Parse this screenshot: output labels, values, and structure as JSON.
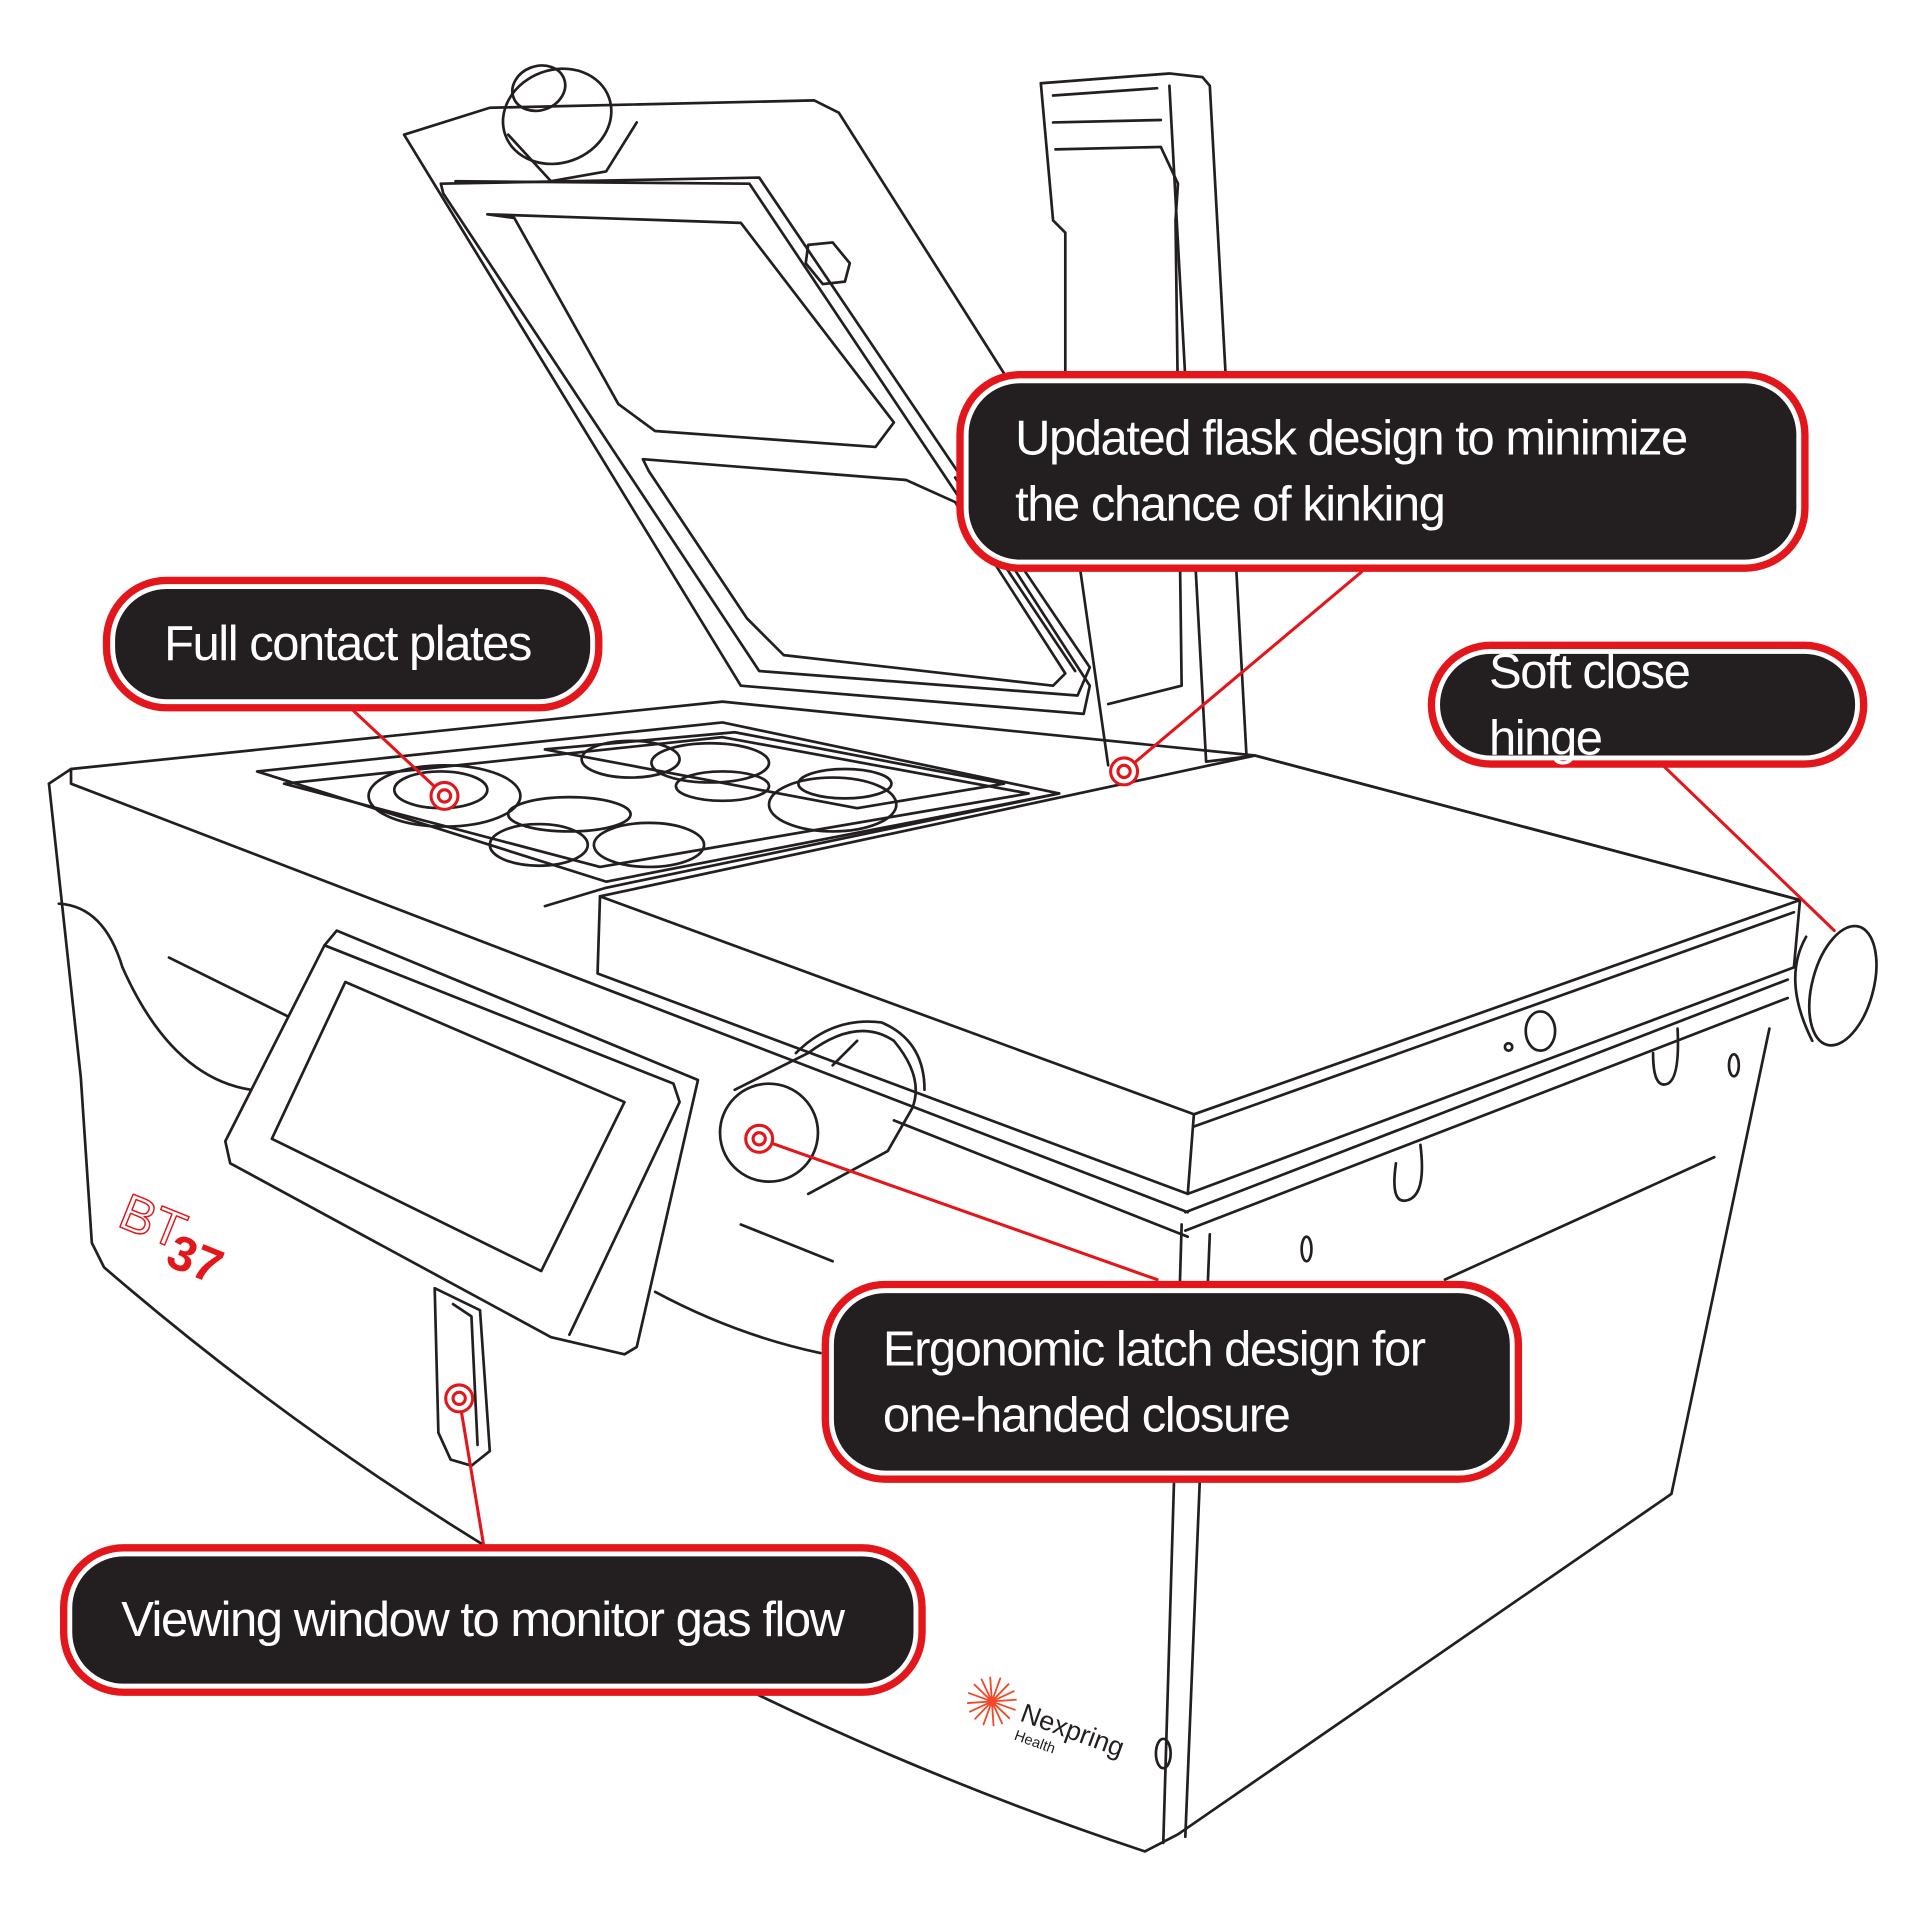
{
  "product": {
    "model_prefix": "BT",
    "model_number": "37",
    "brand_name": "Nexpring",
    "brand_sub": "Health"
  },
  "callouts": [
    {
      "id": "flask",
      "text": "Updated flask design to minimize the chance of kinking"
    },
    {
      "id": "plates",
      "text": "Full contact plates"
    },
    {
      "id": "hinge",
      "text": "Soft close hinge"
    },
    {
      "id": "latch",
      "text": "Ergonomic latch design for one-handed closure"
    },
    {
      "id": "window",
      "text": "Viewing window to monitor gas flow"
    }
  ],
  "colors": {
    "accent": "#e3161b",
    "label_bg": "#231f20",
    "line": "#231f20",
    "logo": "#f04a2a"
  }
}
